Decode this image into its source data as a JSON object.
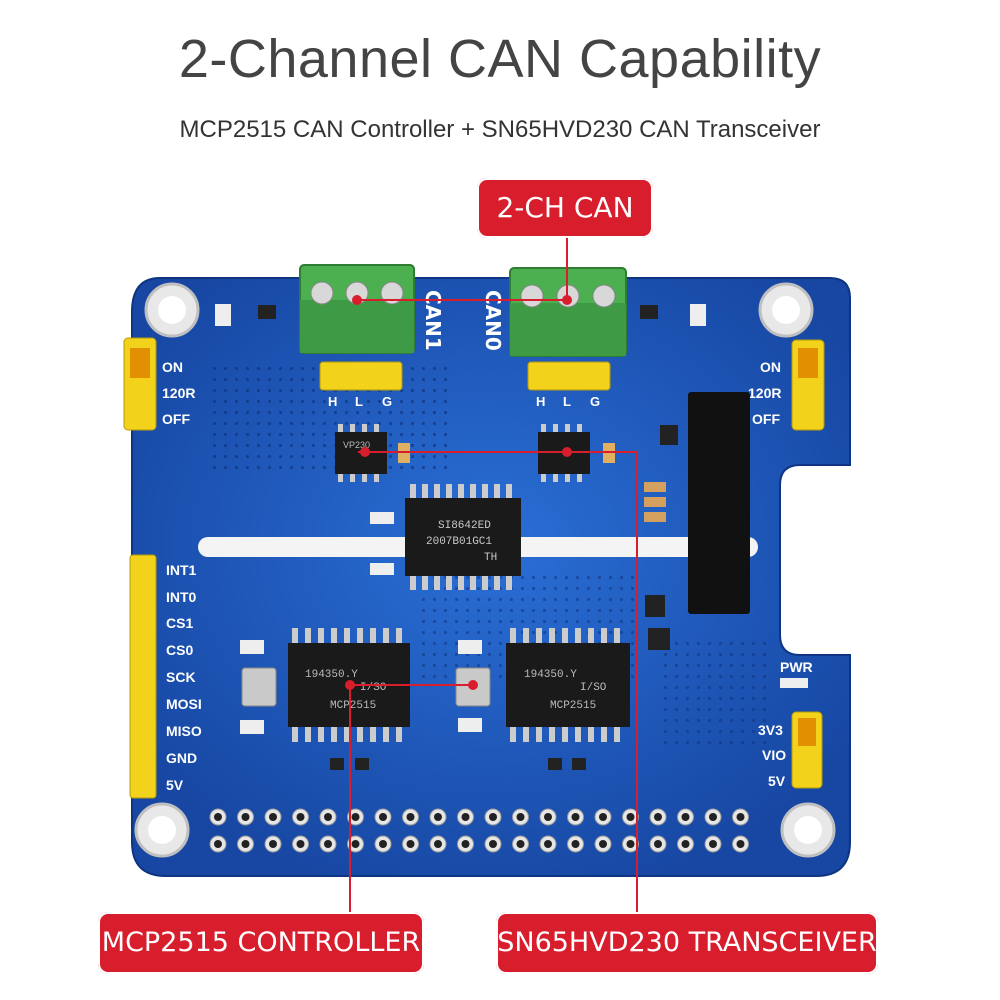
{
  "header": {
    "title": "2-Channel CAN Capability",
    "subtitle": "MCP2515 CAN Controller + SN65HVD230 CAN Transceiver"
  },
  "callouts": {
    "can": "2-CH CAN",
    "controller": "MCP2515 CONTROLLER",
    "transceiver": "SN65HVD230 TRANSCEIVER"
  },
  "board": {
    "can1_label": "CAN1",
    "can0_label": "CAN0",
    "hlg": [
      "H",
      "L",
      "G"
    ],
    "left_jumper": [
      "ON",
      "120R",
      "OFF"
    ],
    "right_jumper": [
      "ON",
      "120R",
      "OFF"
    ],
    "pin_labels": [
      "INT1",
      "INT0",
      "CS1",
      "CS0",
      "SCK",
      "MOSI",
      "MISO",
      "GND",
      "5V"
    ],
    "power_labels": [
      "PWR",
      "3V3",
      "VIO",
      "5V"
    ],
    "isolator_chip": [
      "SI8642ED",
      "2007B01GC1",
      "TH"
    ],
    "controller_chip": [
      "194350.Y",
      "I/SO",
      "MCP2515"
    ],
    "transceiver_chip": "VP230"
  },
  "colors": {
    "callout_red": "#d81d2c",
    "board_blue": "#1f5fbf",
    "terminal_green": "#4caf50",
    "header_yellow": "#f2d21b"
  }
}
